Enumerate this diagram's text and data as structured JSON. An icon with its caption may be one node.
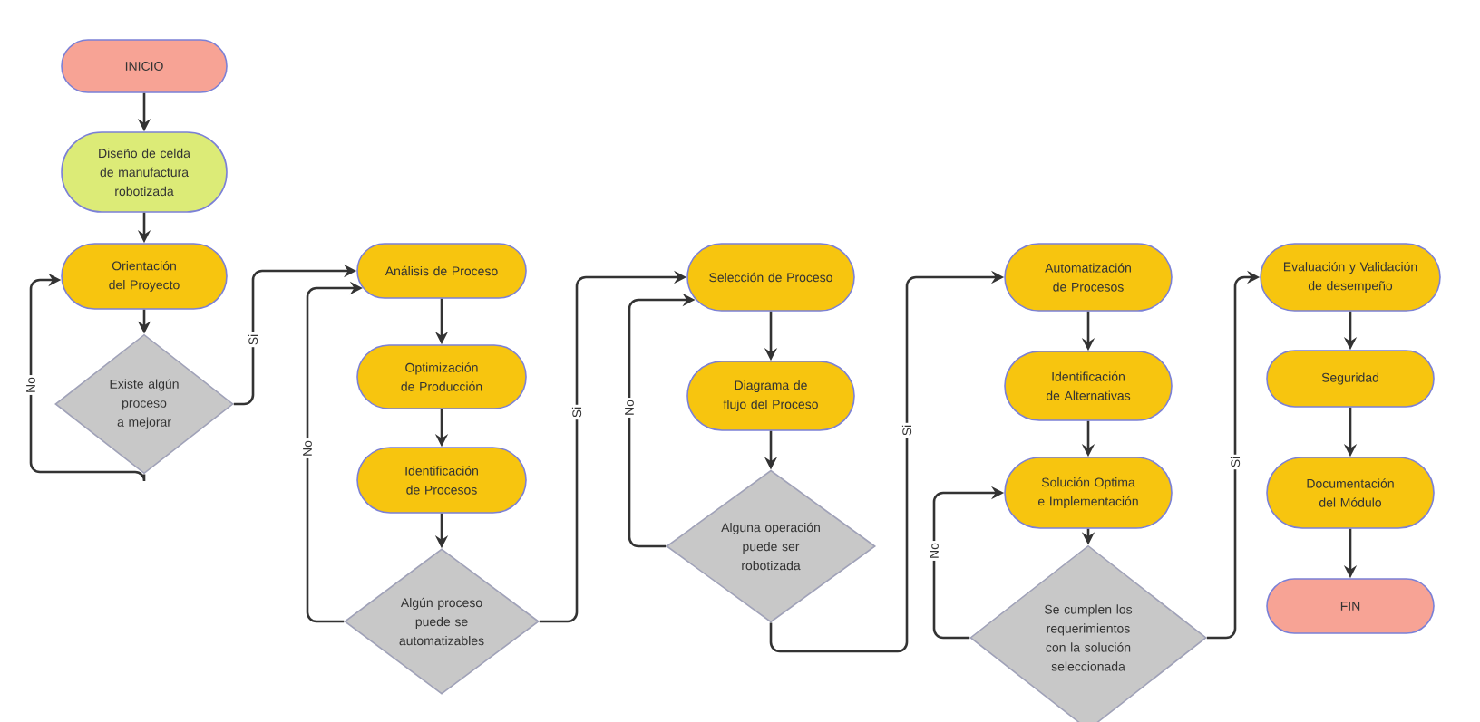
{
  "diagram": {
    "nodes": [
      {
        "text": [
          "INICIO"
        ]
      },
      {
        "text": [
          "Diseño de celda de manufactura robotizada"
        ]
      },
      {
        "text": [
          "Orientación del Proyecto"
        ]
      },
      {
        "text": [
          "Existe algún proceso a mejorar"
        ]
      },
      {
        "text": [
          "Análisis de Proceso"
        ]
      },
      {
        "text": [
          "Optimización de Producción"
        ]
      },
      {
        "text": [
          "Identificación de Procesos"
        ]
      },
      {
        "text": [
          "Algún proceso puede se automatizables"
        ]
      },
      {
        "text": [
          "Selección de Proceso"
        ]
      },
      {
        "text": [
          "Diagrama de flujo del Proceso"
        ]
      },
      {
        "text": [
          "Alguna operación puede ser robotizada"
        ]
      },
      {
        "text": [
          "Automatización de Procesos"
        ]
      },
      {
        "text": [
          "Identificación de Alternativas"
        ]
      },
      {
        "text": [
          "Solución Optima e Implementación"
        ]
      },
      {
        "text": [
          "Se cumplen los requerimientos con la solución seleccionada"
        ]
      },
      {
        "text": [
          "Evaluación y Validación de desempeño"
        ]
      },
      {
        "text": [
          "Seguridad"
        ]
      },
      {
        "text": [
          "Documentación del Módulo"
        ]
      },
      {
        "text": [
          "FIN"
        ]
      }
    ],
    "edges": [
      {
        "from": 0,
        "to": 1,
        "arrow": "to"
      },
      {
        "from": 1,
        "to": 2,
        "arrow": "to"
      },
      {
        "from": 2,
        "to": 3,
        "arrow": "to"
      },
      {
        "from": 3,
        "to": 2,
        "arrow": "to",
        "label": "No"
      },
      {
        "from": 3,
        "to": 4,
        "arrow": "to",
        "label": "Si"
      },
      {
        "from": 4,
        "to": 5,
        "arrow": "to"
      },
      {
        "from": 5,
        "to": 6,
        "arrow": "to"
      },
      {
        "from": 6,
        "to": 7,
        "arrow": "to"
      },
      {
        "from": 7,
        "to": 4,
        "arrow": "to",
        "label": "No"
      },
      {
        "from": 7,
        "to": 8,
        "arrow": "to",
        "label": "Si"
      },
      {
        "from": 8,
        "to": 9,
        "arrow": "to"
      },
      {
        "from": 9,
        "to": 10,
        "arrow": "to"
      },
      {
        "from": 10,
        "to": 8,
        "arrow": "to",
        "label": "No"
      },
      {
        "from": 10,
        "to": 11,
        "arrow": "to",
        "label": "Si"
      },
      {
        "from": 11,
        "to": 12,
        "arrow": "to"
      },
      {
        "from": 12,
        "to": 13,
        "arrow": "to"
      },
      {
        "from": 13,
        "to": 14,
        "arrow": "to"
      },
      {
        "from": 14,
        "to": 13,
        "arrow": "to",
        "label": "No"
      },
      {
        "from": 14,
        "to": 15,
        "arrow": "to",
        "label": "Si"
      },
      {
        "from": 15,
        "to": 16,
        "arrow": "to"
      },
      {
        "from": 16,
        "to": 17,
        "arrow": "to"
      },
      {
        "from": 17,
        "to": 18,
        "arrow": "to"
      }
    ]
  }
}
